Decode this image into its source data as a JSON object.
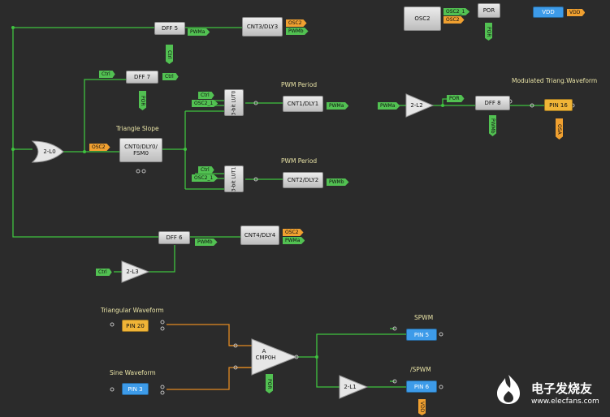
{
  "blocks": {
    "dff5": "DFF 5",
    "cnt3": "CNT3/DLY3",
    "osc2_block": "OSC2",
    "por_block": "POR",
    "vdd_pin": "VDD",
    "dff7": "DFF 7",
    "lut0": "3-bit LUT0",
    "cnt1": "CNT1/DLY1",
    "or_gate": "2-L0",
    "cnt0": "CNT0/DLY0/ FSM0",
    "lut1": "3-bit LUT1",
    "cnt2": "CNT2/DLY2",
    "dff6": "DFF 6",
    "cnt4": "CNT4/DLY4",
    "buf_l3": "2-L3",
    "buf_l2": "2-L2",
    "dff8": "DFF 8",
    "pin16": "PIN 16",
    "pin20": "PIN 20",
    "pin3": "PIN 3",
    "cmp_a": "A",
    "cmp0h": "CMP0H",
    "buf_l1": "2-L1",
    "pin5": "PIN 5",
    "pin6": "PIN 6"
  },
  "labels": {
    "pwm_period_1": "PWM Period",
    "pwm_period_2": "PWM Period",
    "triangle_slope": "Triangle Slope",
    "modulated": "Modulated Triang.Waveform",
    "triangular_waveform": "Triangular Waveform",
    "sine_waveform": "Sine Waveform",
    "spwm": "SPWM",
    "nspwm": "/SPWM"
  },
  "tags": {
    "dff5_pwma": "PWMa",
    "dff5_ctrl": "Ctrl",
    "cnt3_osc2": "OSC2",
    "cnt3_pwmb": "PWMb",
    "osc2_1": "OSC2_1",
    "osc2_2": "OSC2",
    "por_out": "POR",
    "vdd_out": "VDD",
    "dff7_in": "Ctrl",
    "dff7_out": "Ctrl",
    "dff7_por": "POR",
    "lut0_ctrl": "Ctrl",
    "lut0_osc": "OSC2_1",
    "cnt1_pwma": "PWMa",
    "cnt0_osc": "OSC2",
    "lut1_ctrl": "Ctrl",
    "lut1_osc": "OSC2_1",
    "cnt2_pwmb": "PWMb",
    "dff6_pwmb": "PWMb",
    "cnt4_osc2": "OSC2",
    "cnt4_pwma": "PWMa",
    "l3_ctrl": "Ctrl",
    "l2_pwma": "PWMa",
    "dff8_por": "POR",
    "dff8_pwmb": "PWMb",
    "pin16_osa": "OSA",
    "cmp_por": "POR",
    "pin6_vdd": "VDD"
  },
  "logo": {
    "name": "电子发烧友",
    "url": "www.elecfans.com"
  },
  "colors": {
    "background": "#2b2b2b",
    "wire_green": "#3fc23f",
    "wire_orange": "#e38a22",
    "tag_green": "#52c152",
    "tag_orange": "#f0a030",
    "pin_orange": "#f0b437",
    "pin_blue": "#3d9be9",
    "label_yellow": "#e9e3a6"
  }
}
